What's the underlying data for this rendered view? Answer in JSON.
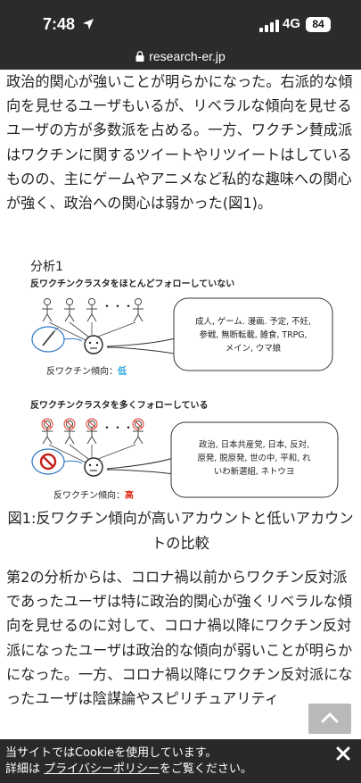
{
  "status_bar": {
    "time": "7:48",
    "network": "4G",
    "battery": "84"
  },
  "browser": {
    "address": "research-er.jp"
  },
  "article": {
    "paragraph1": "政治的関心が強いことが明らかになった。右派的な傾向を見せるユーザもいるが、リベラルな傾向を見せるユーザの方が多数派を占める。一方、ワクチン賛成派はワクチンに関するツイートやリツイートはしているものの、主にゲームやアニメなど私的な趣味への関心が強く、政治への関心は弱かった(図1)。",
    "paragraph2": "第2の分析からは、コロナ禍以前からワクチン反対派であったユーザは特に政治的関心が強くリベラルな傾向を見せるのに対して、コロナ禍以降にワクチン反対派になったユーザは政治的な傾向が弱いことが明らかになった。一方、コロナ禍以降にワクチン反対派になったユーザは陰謀論やスピリチュアリティ"
  },
  "figure": {
    "title": "分析1",
    "panel1": {
      "heading": "反ワクチンクラスタをほとんどフォローしていない",
      "dots": "・・・",
      "bubble_lines": [
        "成人, ゲーム. 漫画. 予定, 不妊,",
        "参戦, 無断転載, 雑食, TRPG,",
        "メイン, ウマ娘"
      ],
      "tendency_label": "反ワクチン傾向：",
      "tendency_value": "低",
      "tendency_color": "#29a8e0"
    },
    "panel2": {
      "heading": "反ワクチンクラスタを多くフォローしている",
      "dots": "・・・",
      "bubble_lines": [
        "政治, 日本共産党, 日本, 反対,",
        "原発, 脱原発, 世の中, 平和, れ",
        "いわ新選組, ネトウヨ"
      ],
      "tendency_label": "反ワクチン傾向：",
      "tendency_value": "高",
      "tendency_color": "#e03020"
    },
    "caption": "図1:反ワクチン傾向が高いアカウントと低いアカウントの比較"
  },
  "cookie_banner": {
    "line1": "当サイトではCookieを使用しています。",
    "line2_prefix": "詳細は",
    "link": "プライバシーポリシー",
    "line2_suffix": "をご覧ください。",
    "close_icon": "close-icon"
  },
  "scroll_top_icon": "chevron-up-icon"
}
